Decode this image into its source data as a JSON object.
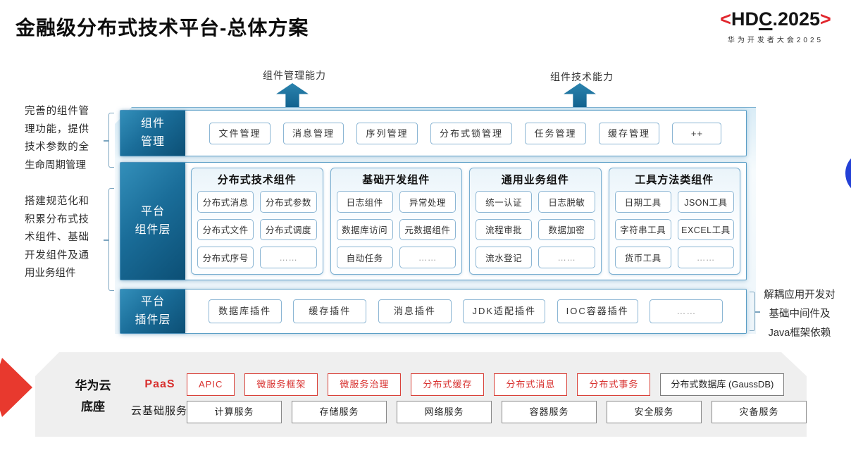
{
  "title": "金融级分布式技术平台-总体方案",
  "logo": {
    "open": "<",
    "pre": "HD",
    "underlined": "C",
    "post": ".2025",
    "close": ">",
    "subtitle": "华为开发者大会2025"
  },
  "capability_arrows": {
    "left": "组件管理能力",
    "right": "组件技术能力"
  },
  "left_notes": {
    "note1": "完善的组件管理功能，提供技术参数的全生命周期管理",
    "note2": "搭建规范化和积累分布式技术组件、基础开发组件及通用业务组件"
  },
  "right_note": "解耦应用开发对基础中间件及Java框架依赖",
  "layers": {
    "component_mgmt": {
      "label": "组件\n管理",
      "items": [
        "文件管理",
        "消息管理",
        "序列管理",
        "分布式锁管理",
        "任务管理",
        "缓存管理",
        "++"
      ]
    },
    "platform_components": {
      "label": "平台\n组件层",
      "columns": [
        {
          "header": "分布式技术组件",
          "items": [
            "分布式消息",
            "分布式参数",
            "分布式文件",
            "分布式调度",
            "分布式序号",
            "……"
          ]
        },
        {
          "header": "基础开发组件",
          "items": [
            "日志组件",
            "异常处理",
            "数据库访问",
            "元数据组件",
            "自动任务",
            "……"
          ]
        },
        {
          "header": "通用业务组件",
          "items": [
            "统一认证",
            "日志脱敏",
            "流程审批",
            "数据加密",
            "流水登记",
            "……"
          ]
        },
        {
          "header": "工具方法类组件",
          "items": [
            "日期工具",
            "JSON工具",
            "字符串工具",
            "EXCEL工具",
            "货币工具",
            "……"
          ]
        }
      ]
    },
    "platform_plugins": {
      "label": "平台\n插件层",
      "items": [
        "数据库插件",
        "缓存插件",
        "消息插件",
        "JDK适配插件",
        "IOC容器插件",
        "……"
      ]
    }
  },
  "foundation": {
    "label": "华为云\n底座",
    "paas": {
      "label": "PaaS",
      "red_items": [
        "APIC",
        "微服务框架",
        "微服务治理",
        "分布式缓存",
        "分布式消息",
        "分布式事务"
      ],
      "neutral_item": "分布式数据库 (GaussDB)"
    },
    "cloud_base": {
      "label": "云基础服务",
      "items": [
        "计算服务",
        "存储服务",
        "网络服务",
        "容器服务",
        "安全服务",
        "灾备服务"
      ]
    }
  },
  "colors": {
    "teal_label": "#1a6d99",
    "row_border": "#5a9ec6",
    "chip_border": "#8cb6d4",
    "red": "#d8312f",
    "slab_gray": "#efefef",
    "blue_circle": "#2340d6"
  }
}
